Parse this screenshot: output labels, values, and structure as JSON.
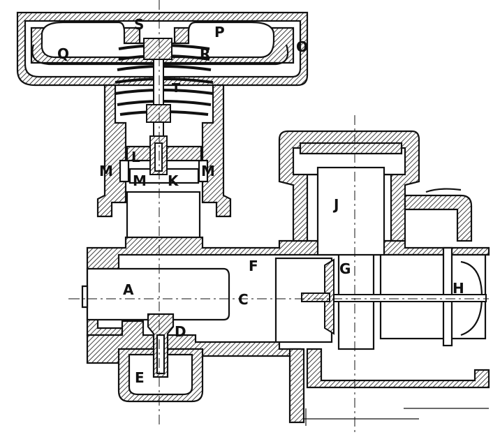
{
  "figure": {
    "labels": {
      "S": "S",
      "P": "P",
      "Q": "Q",
      "R": "R",
      "O": "O",
      "T": "T",
      "M_left": "M",
      "M_right": "M",
      "L": "L",
      "M_inner": "M",
      "K": "K",
      "J": "J",
      "F": "F",
      "G": "G",
      "A": "A",
      "C": "C",
      "H": "H",
      "D": "D",
      "E": "E"
    },
    "colors": {
      "ink": "#111111",
      "paper": "#ffffff"
    }
  }
}
